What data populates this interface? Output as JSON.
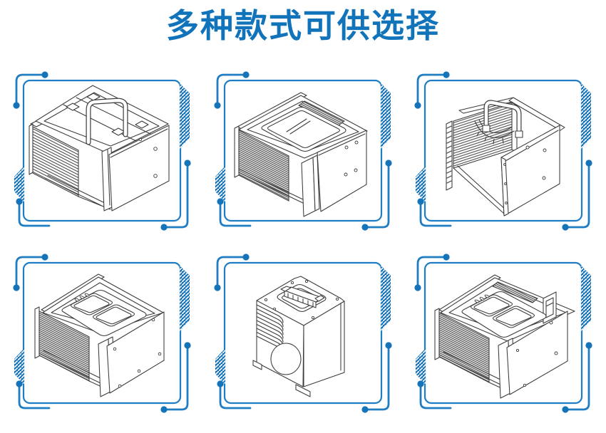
{
  "title": "多种款式可供选择",
  "colors": {
    "accent": "#1173ba",
    "frame": "#1f7dc4",
    "deep": "#1573ba"
  },
  "grid": {
    "rows": 2,
    "columns": 3
  },
  "panels": [
    {
      "id": "style-1",
      "drawing": "wafer-cassette-with-bail-handle"
    },
    {
      "id": "style-2",
      "drawing": "wafer-cassette-with-sealed-tray-top"
    },
    {
      "id": "style-3",
      "drawing": "wafer-cassette-with-arc-guide-and-tube-handle"
    },
    {
      "id": "style-4",
      "drawing": "wafer-cassette-with-dual-tray-cutouts"
    },
    {
      "id": "style-5",
      "drawing": "vertical-wafer-carrier-with-fold-handle"
    },
    {
      "id": "style-6",
      "drawing": "wafer-cassette-with-side-bracket"
    }
  ]
}
